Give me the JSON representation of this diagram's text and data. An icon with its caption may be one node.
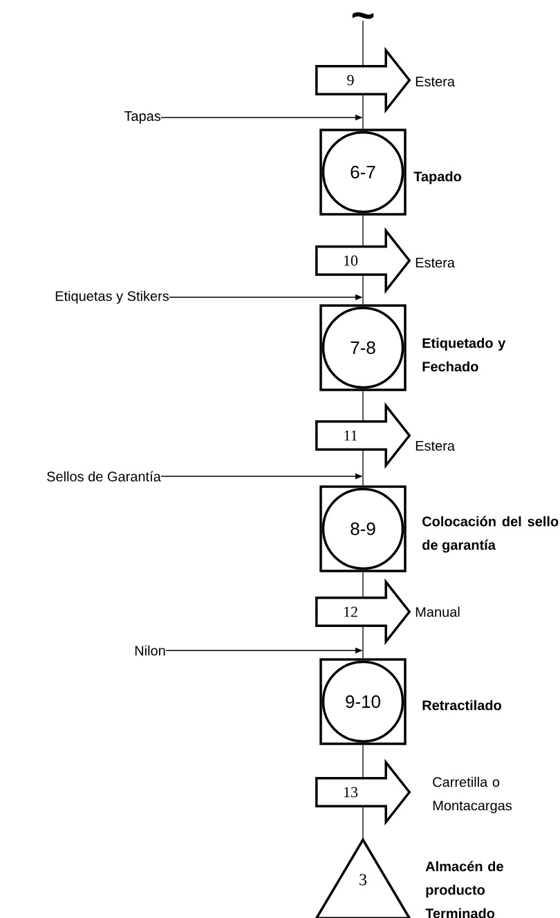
{
  "diagram": {
    "nodes": [
      {
        "text": [
          "~"
        ]
      },
      {
        "text": [
          "9"
        ],
        "beside": [
          "Estera"
        ]
      },
      {
        "text": [
          "Tapas"
        ]
      },
      {
        "text": [
          "6-7"
        ],
        "beside": [
          "Tapado"
        ]
      },
      {
        "text": [
          "10"
        ],
        "beside": [
          "Estera"
        ]
      },
      {
        "text": [
          "Etiquetas y  Stikers"
        ]
      },
      {
        "text": [
          "7-8"
        ],
        "beside": [
          "Etiquetado y Fechado"
        ]
      },
      {
        "text": [
          "11"
        ],
        "beside": [
          "Estera"
        ]
      },
      {
        "text": [
          "Sellos de Garantía"
        ]
      },
      {
        "text": [
          "8-9"
        ],
        "beside": [
          "Colocación del sello de garantía"
        ]
      },
      {
        "text": [
          "12"
        ],
        "beside": [
          "Manual"
        ]
      },
      {
        "text": [
          "Nilon"
        ]
      },
      {
        "text": [
          "9-10"
        ],
        "beside": [
          "Retractilado"
        ]
      },
      {
        "text": [
          "13"
        ],
        "beside": [
          "Carretilla o Montacargas"
        ]
      },
      {
        "text": [
          "3"
        ],
        "beside": [
          "Almacén de producto Terminado"
        ]
      }
    ],
    "edges": [
      {
        "from": 0,
        "to": 1,
        "arrow": "none"
      },
      {
        "from": 1,
        "to": 3,
        "arrow": "none"
      },
      {
        "from": 2,
        "to": 3,
        "arrow": "to"
      },
      {
        "from": 3,
        "to": 4,
        "arrow": "none"
      },
      {
        "from": 4,
        "to": 6,
        "arrow": "none"
      },
      {
        "from": 5,
        "to": 6,
        "arrow": "to"
      },
      {
        "from": 6,
        "to": 7,
        "arrow": "none"
      },
      {
        "from": 7,
        "to": 9,
        "arrow": "none"
      },
      {
        "from": 8,
        "to": 9,
        "arrow": "to"
      },
      {
        "from": 9,
        "to": 10,
        "arrow": "none"
      },
      {
        "from": 10,
        "to": 12,
        "arrow": "none"
      },
      {
        "from": 11,
        "to": 12,
        "arrow": "to"
      },
      {
        "from": 12,
        "to": 13,
        "arrow": "none"
      },
      {
        "from": 13,
        "to": 14,
        "arrow": "none"
      }
    ]
  }
}
